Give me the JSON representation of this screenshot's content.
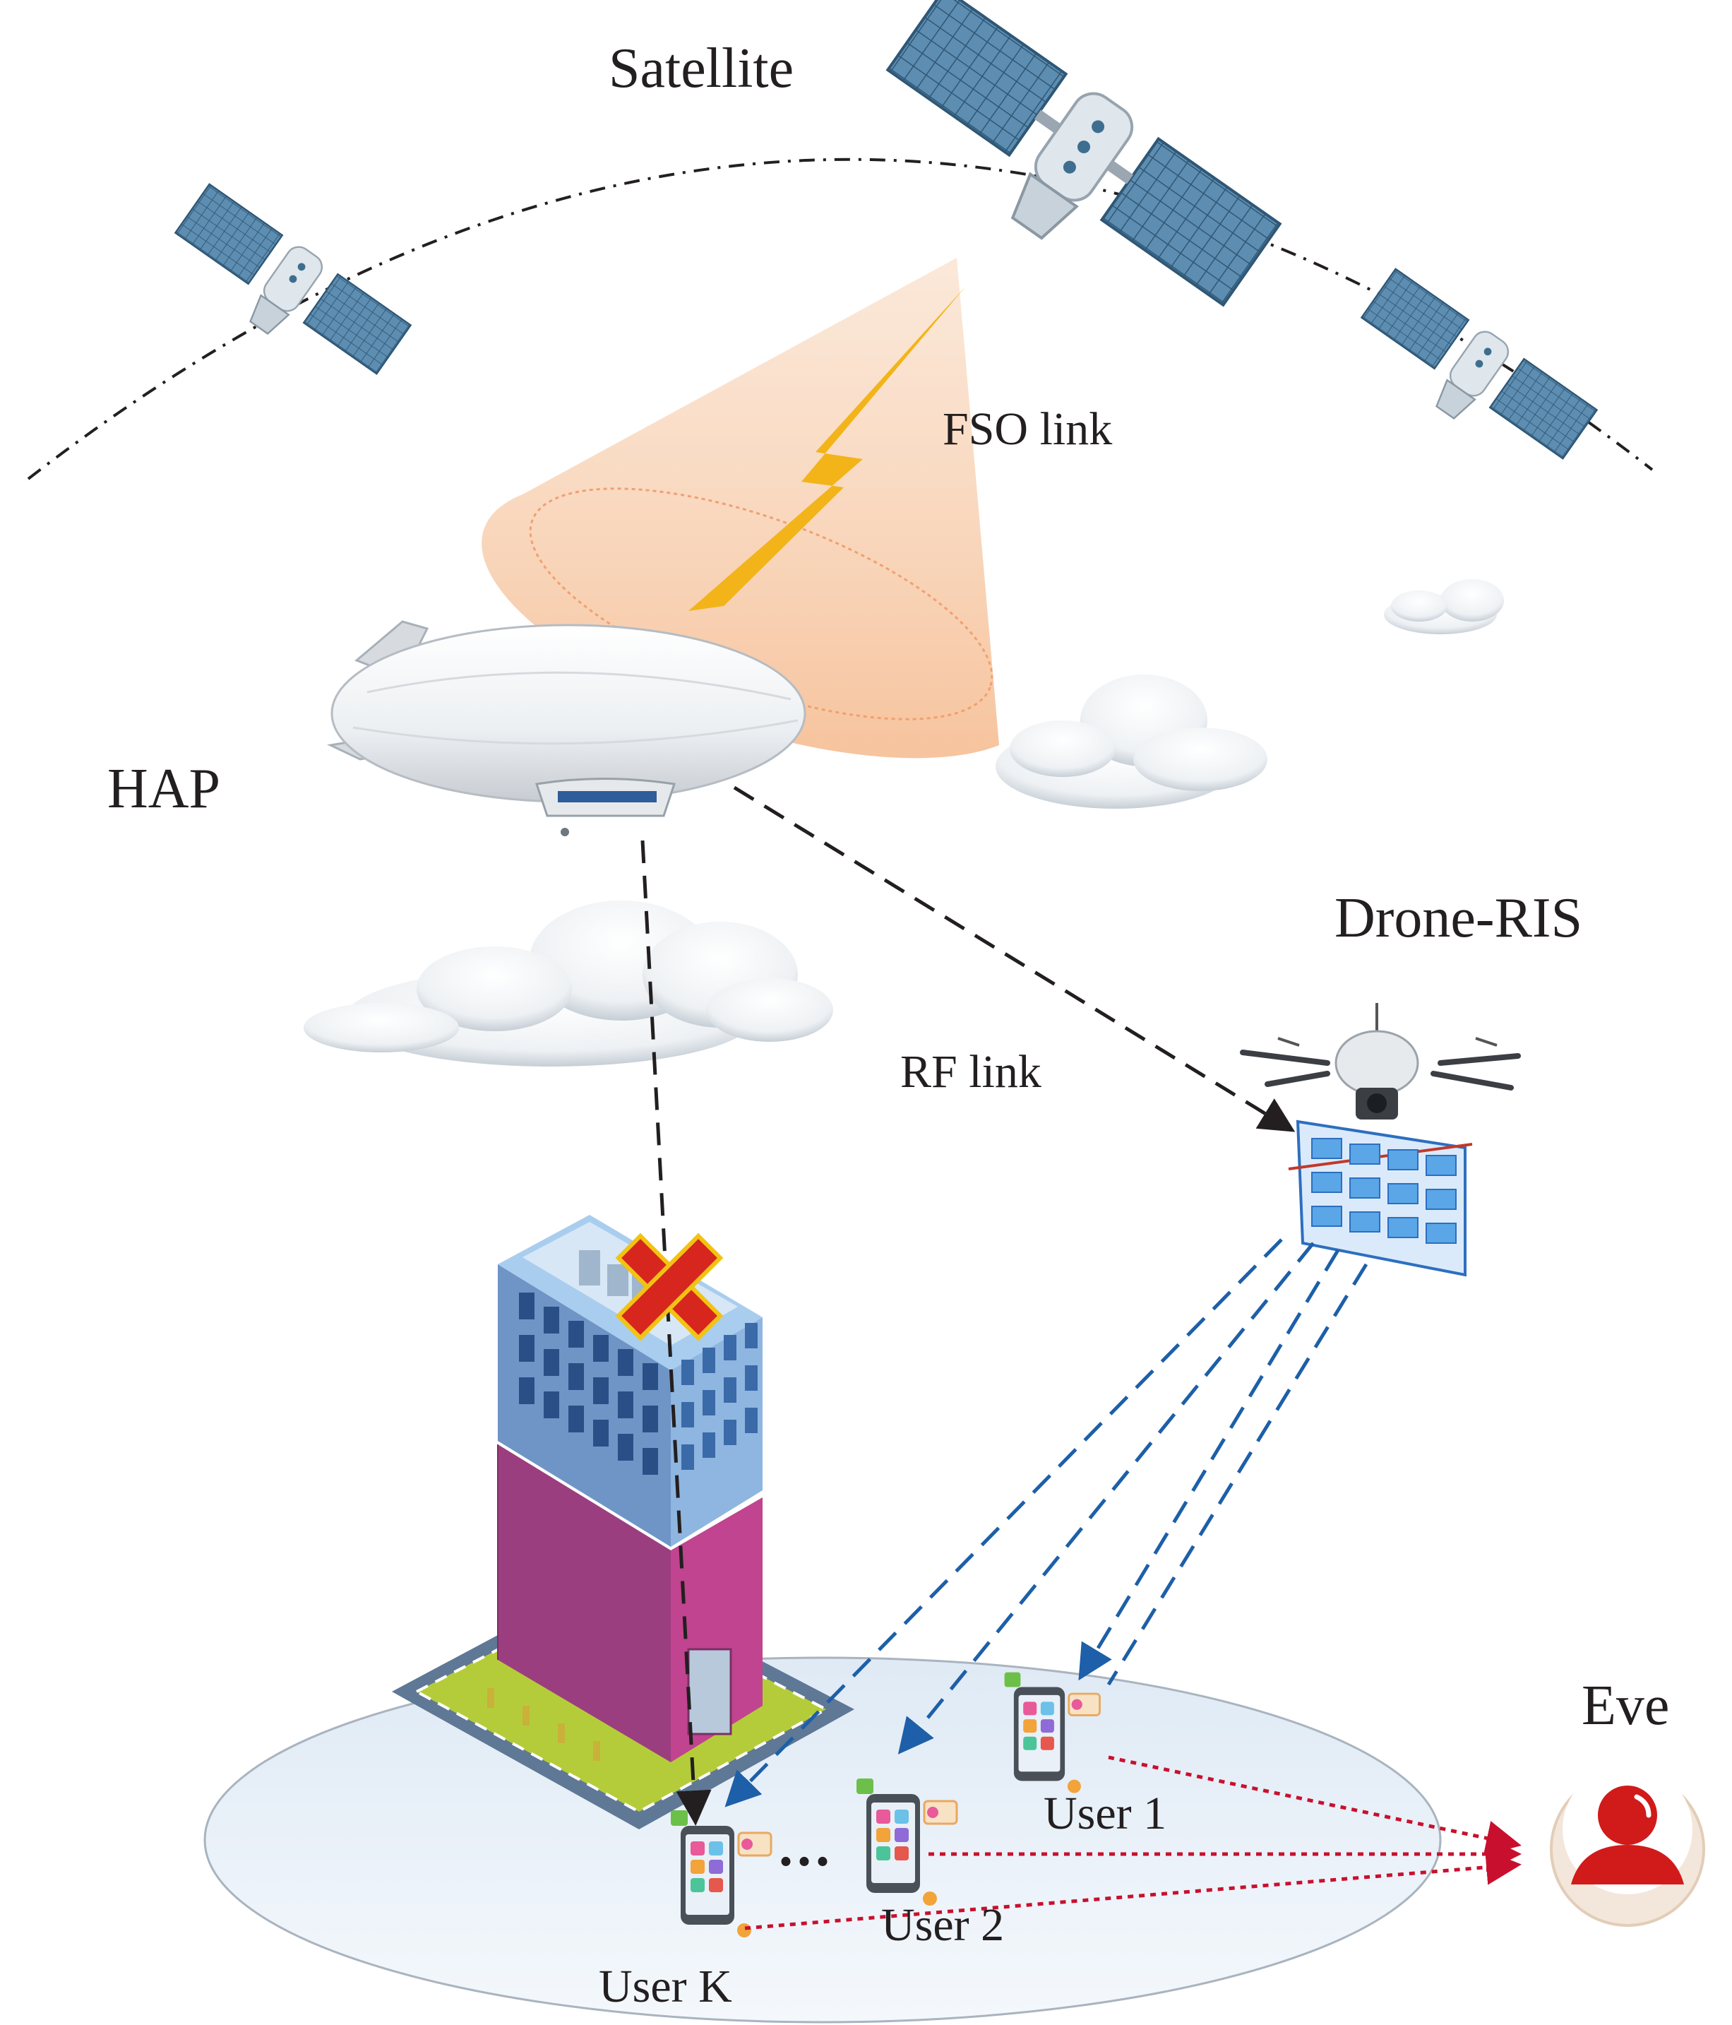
{
  "labels": {
    "satellite": "Satellite",
    "fso_link": "FSO link",
    "hap": "HAP",
    "drone_ris": "Drone-RIS",
    "rf_link": "RF link",
    "eve": "Eve",
    "user_1": "User 1",
    "user_2": "User 2",
    "user_k": "User K",
    "ellipsis": "..."
  },
  "colors": {
    "orbit": "#231f20",
    "fso_beam": "#f6c7a0",
    "lightning": "#f2b418",
    "hap_link": "#231f20",
    "ris_link": "#1d5fa8",
    "eve_link": "#c8102e",
    "blocked": "#d7261e",
    "eve_icon": "#d11a1a",
    "ris_panel": "#5aa6e6",
    "ground": "#eaf3fb"
  },
  "icons": {
    "satellite": "satellite-icon",
    "hap": "airship-icon",
    "drone": "drone-icon",
    "building": "building-icon",
    "phone": "smartphone-icon",
    "eve": "person-icon",
    "blocked": "cross-icon"
  }
}
